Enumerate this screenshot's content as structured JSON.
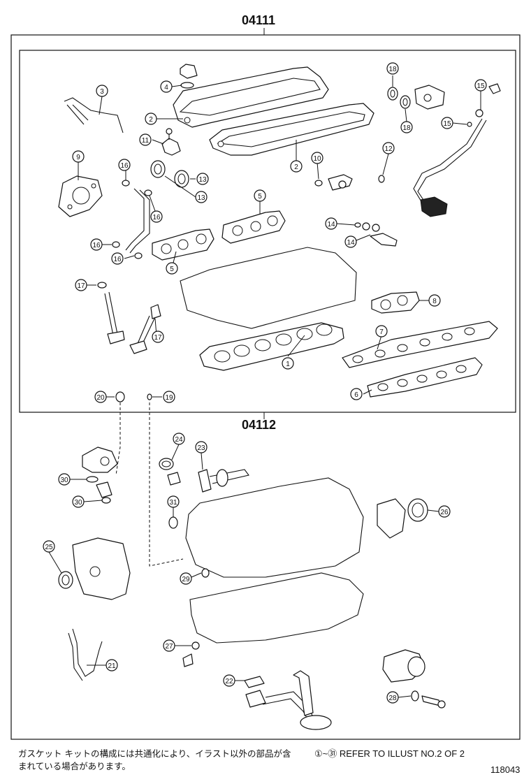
{
  "kit_codes": {
    "upper_kit": "04111",
    "lower_kit": "04112"
  },
  "callouts": [
    "1",
    "2",
    "2",
    "3",
    "4",
    "5",
    "5",
    "6",
    "7",
    "8",
    "9",
    "10",
    "11",
    "12",
    "13",
    "13",
    "14",
    "14",
    "15",
    "15",
    "16",
    "16",
    "16",
    "16",
    "17",
    "17",
    "18",
    "18",
    "19",
    "20",
    "21",
    "22",
    "23",
    "24",
    "25",
    "26",
    "27",
    "28",
    "29",
    "30",
    "30",
    "31"
  ],
  "notes": {
    "japanese": "ガスケット キットの構成には共通化により、イラスト以外の部品が含まれている場合があります。",
    "reference_prefix": "①~㉛",
    "reference_text": "REFER TO ILLUST NO.2 OF 2"
  },
  "drawing_number": "118043"
}
